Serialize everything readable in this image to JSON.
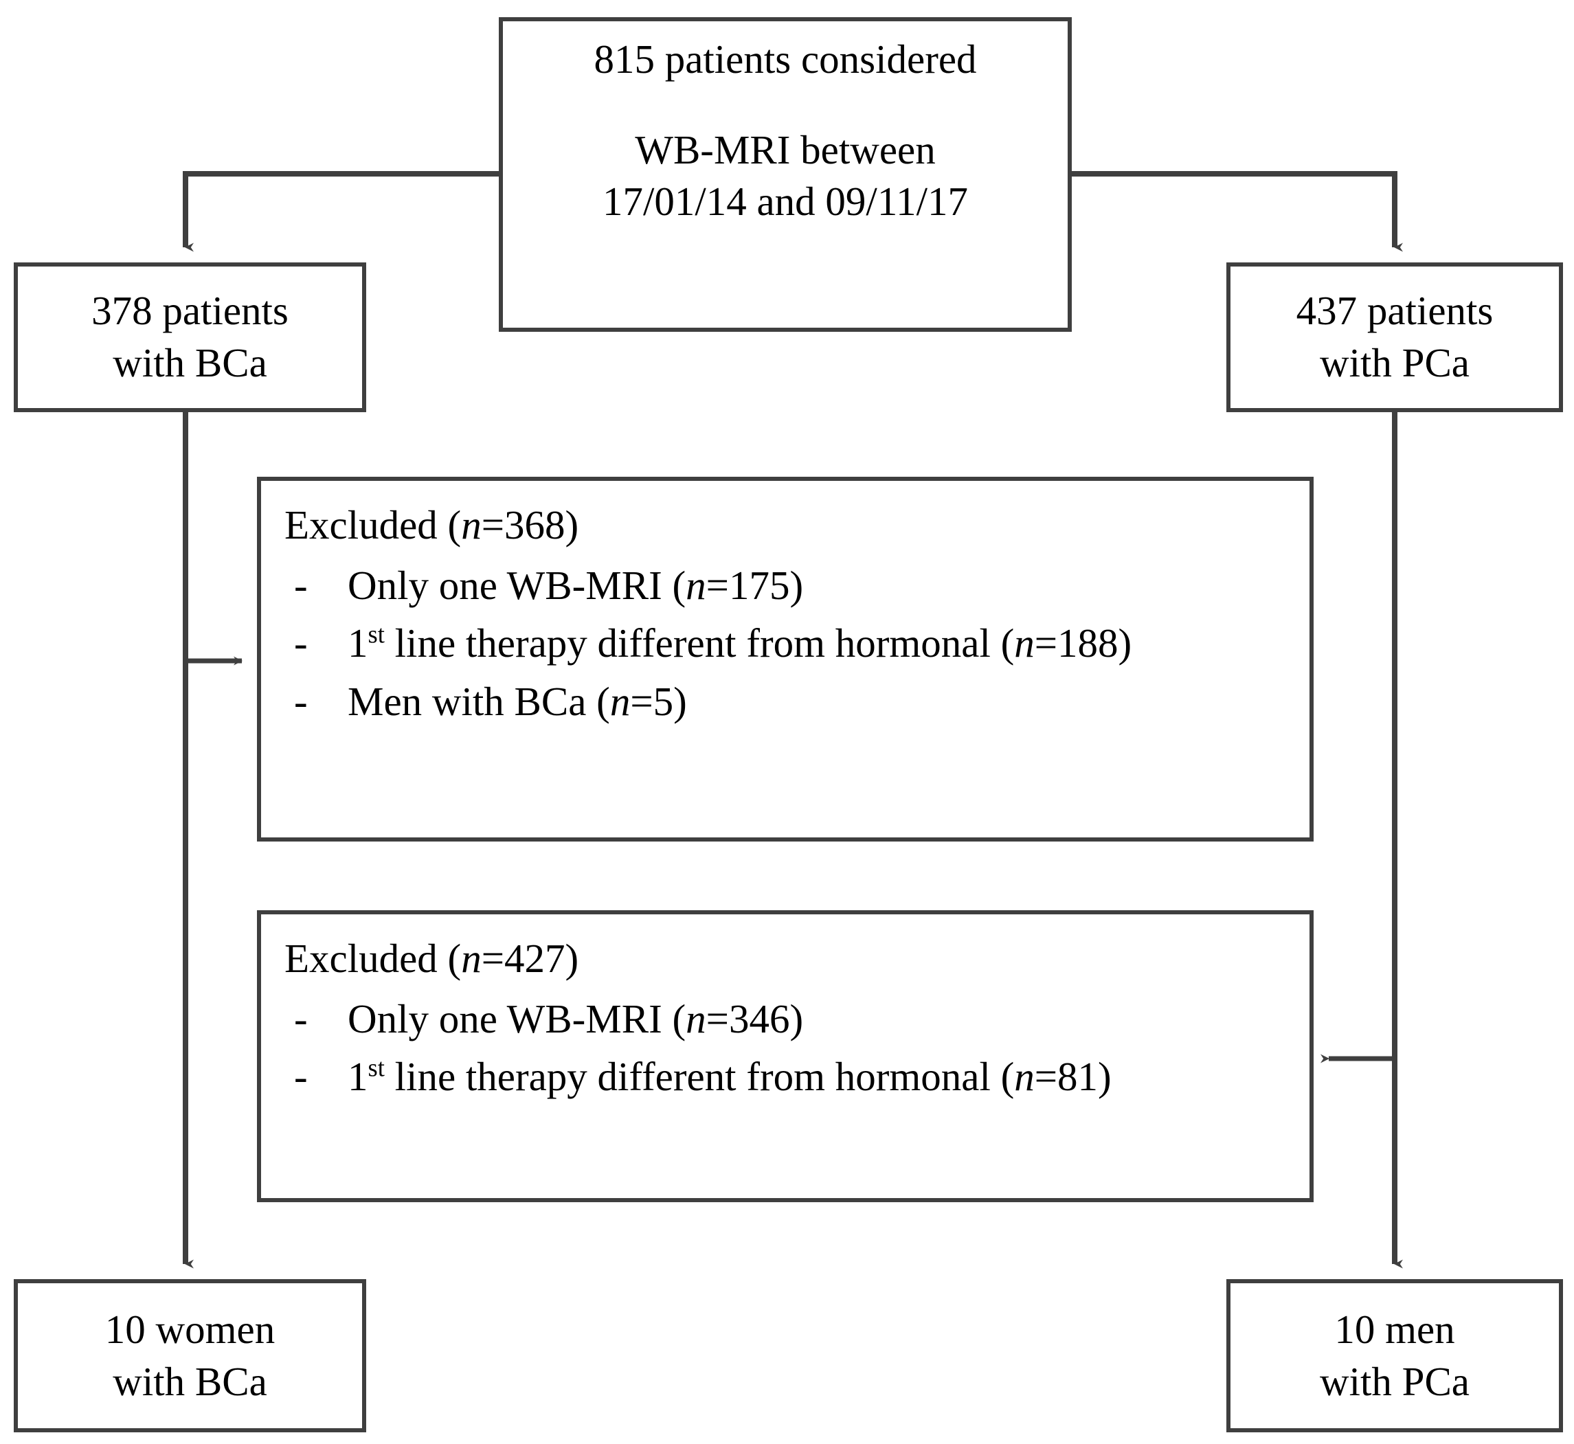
{
  "diagram": {
    "title": "Patient selection flowchart",
    "line_color": "#3f3f3f",
    "background": "#ffffff"
  },
  "nodes": {
    "top": {
      "line1": "815 patients considered",
      "line2": "WB-MRI between",
      "line3": "17/01/14 and 09/11/17"
    },
    "bca_cohort": {
      "line1": "378 patients",
      "line2": "with BCa"
    },
    "pca_cohort": {
      "line1": "437 patients",
      "line2": "with PCa"
    },
    "excluded_bca": {
      "title_prefix": "Excluded (",
      "title_n": "n",
      "title_suffix": "=368)",
      "items": [
        {
          "dash": "-",
          "text_a": "Only one WB-MRI (",
          "n": "n",
          "text_b": "=175)"
        },
        {
          "dash": "-",
          "text_a": "1",
          "sup": "st",
          "text_b": " line therapy different from hormonal (",
          "n": "n",
          "text_c": "=188)"
        },
        {
          "dash": "-",
          "text_a": "Men with BCa (",
          "n": "n",
          "text_b": "=5)"
        }
      ]
    },
    "excluded_pca": {
      "title_prefix": "Excluded (",
      "title_n": "n",
      "title_suffix": "=427)",
      "items": [
        {
          "dash": "-",
          "text_a": "Only one WB-MRI (",
          "n": "n",
          "text_b": "=346)"
        },
        {
          "dash": "-",
          "text_a": "1",
          "sup": "st",
          "text_b": " line therapy different from hormonal (",
          "n": "n",
          "text_c": "=81)"
        }
      ]
    },
    "final_women": {
      "line1": "10 women",
      "line2": "with BCa"
    },
    "final_men": {
      "line1": "10 men",
      "line2": "with PCa"
    }
  }
}
